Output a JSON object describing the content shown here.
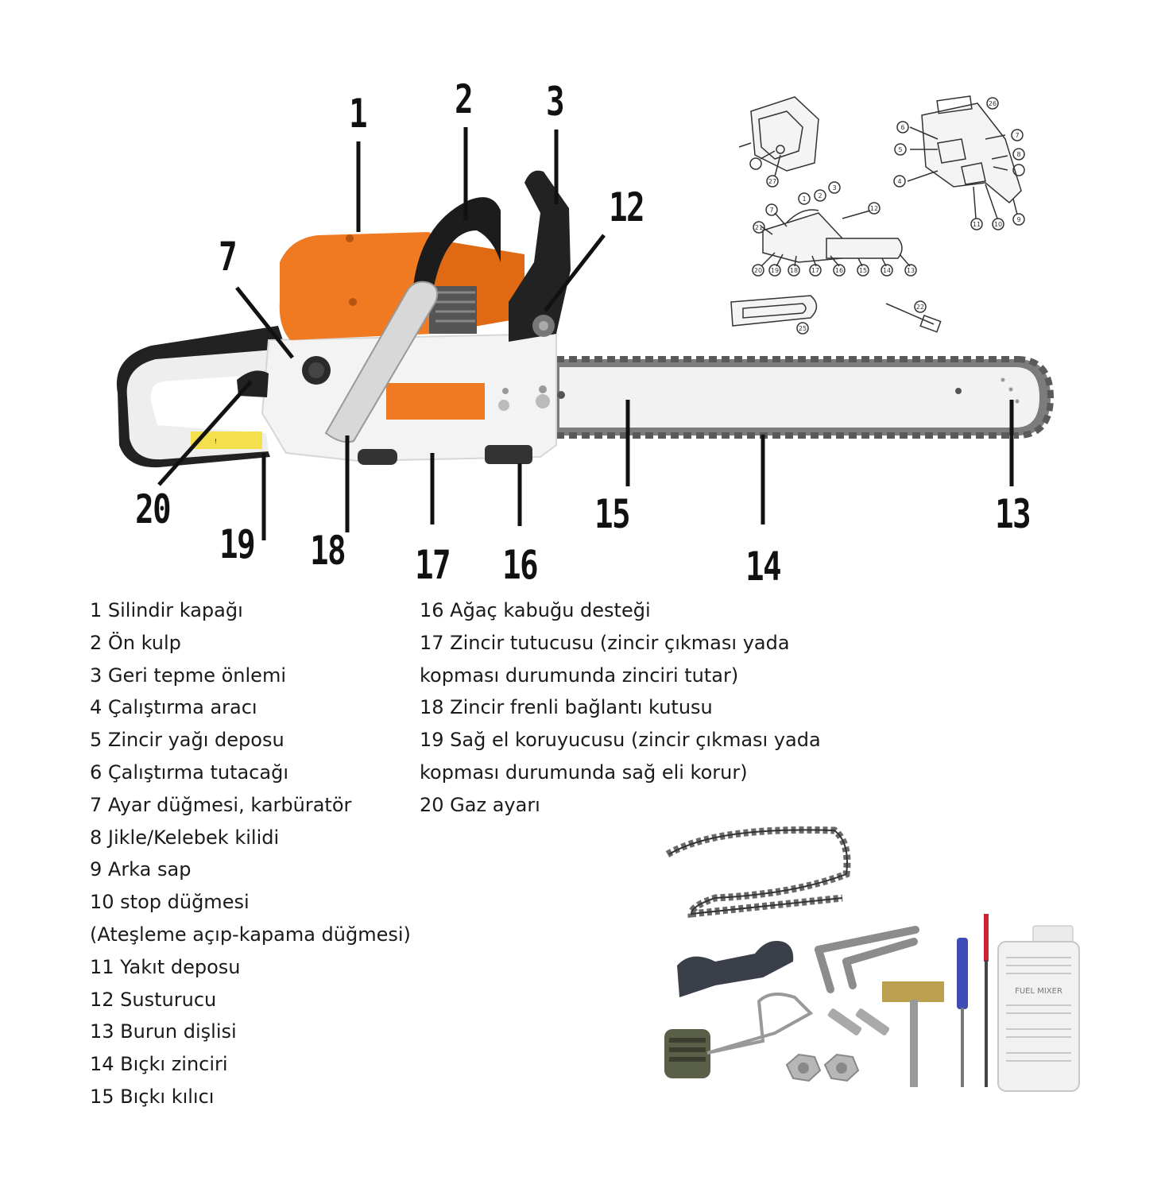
{
  "colors": {
    "body_orange": "#f07a22",
    "body_white": "#f4f4f4",
    "chain_gray": "#8a8a8a",
    "line_black": "#111111",
    "text": "#1a1a1a"
  },
  "callouts": [
    "1",
    "2",
    "3",
    "7",
    "12",
    "20",
    "19",
    "18",
    "17",
    "16",
    "15",
    "14",
    "13"
  ],
  "legend": {
    "left": [
      "1 Silindir kapağı",
      "2 Ön kulp",
      "3 Geri tepme önlemi",
      "4 Çalıştırma aracı",
      "5 Zincir yağı deposu",
      "6 Çalıştırma tutacağı",
      "7 Ayar düğmesi, karbüratör",
      "8 Jikle/Kelebek kilidi",
      "9 Arka sap",
      "10 stop düğmesi",
      "(Ateşleme açıp-kapama düğmesi)",
      "11 Yakıt deposu",
      "12 Susturucu",
      "13 Burun dişlisi",
      "14 Bıçkı zinciri",
      "15 Bıçkı kılıcı"
    ],
    "right": [
      "16 Ağaç kabuğu desteği",
      "17 Zincir tutucusu (zincir çıkması yada",
      "kopması durumunda zinciri tutar)",
      "18 Zincir frenli bağlantı kutusu",
      "19 Sağ el koruyucusu (zincir çıkması yada",
      "kopması durumunda sağ eli korur)",
      "20 Gaz ayarı"
    ]
  },
  "schematic_numbers": [
    "26",
    "6",
    "7",
    "5",
    "8",
    "4",
    "11",
    "10",
    "9",
    "7",
    "1",
    "2",
    "3",
    "12",
    "21",
    "20",
    "19",
    "18",
    "17",
    "16",
    "15",
    "14",
    "13",
    "27",
    "22",
    "25"
  ],
  "bottle_label": "FUEL MIXER"
}
